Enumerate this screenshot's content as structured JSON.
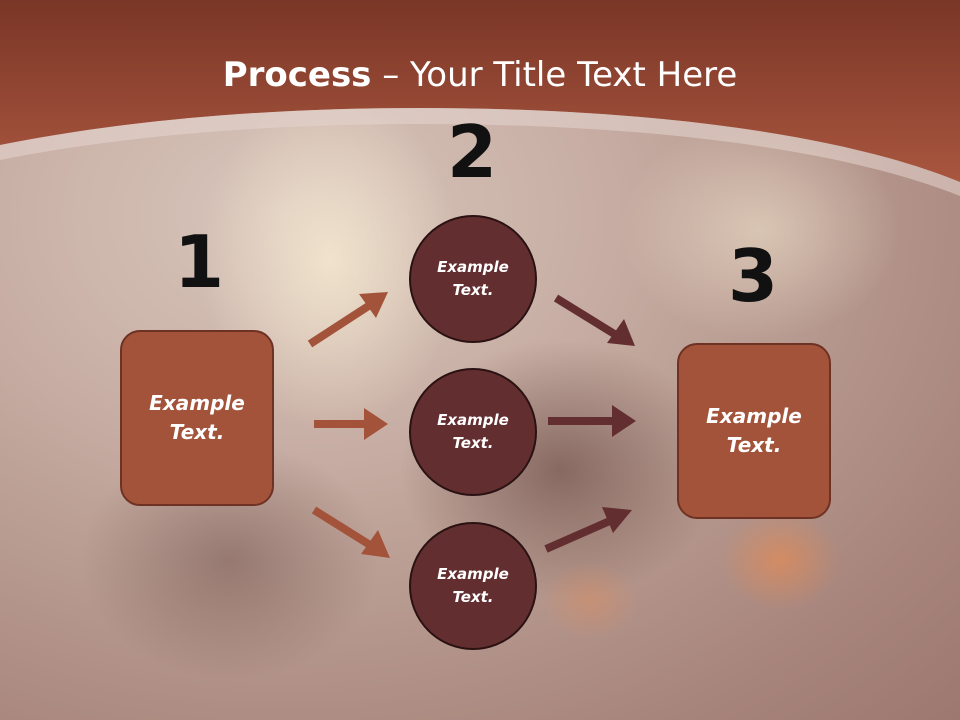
{
  "slide": {
    "title_bold": "Process",
    "title_rest": " – Your Title Text Here"
  },
  "steps": [
    {
      "number": "1",
      "label": "Example\nText."
    },
    {
      "number": "2",
      "labels": [
        "Example\nText.",
        "Example\nText.",
        "Example\nText."
      ]
    },
    {
      "number": "3",
      "label": "Example\nText."
    }
  ],
  "colors": {
    "header": "#9c4a36",
    "box_fill": "#a3533a",
    "circle_fill": "#632e30",
    "arrow_left": "#a3533a",
    "arrow_right": "#632e30"
  }
}
